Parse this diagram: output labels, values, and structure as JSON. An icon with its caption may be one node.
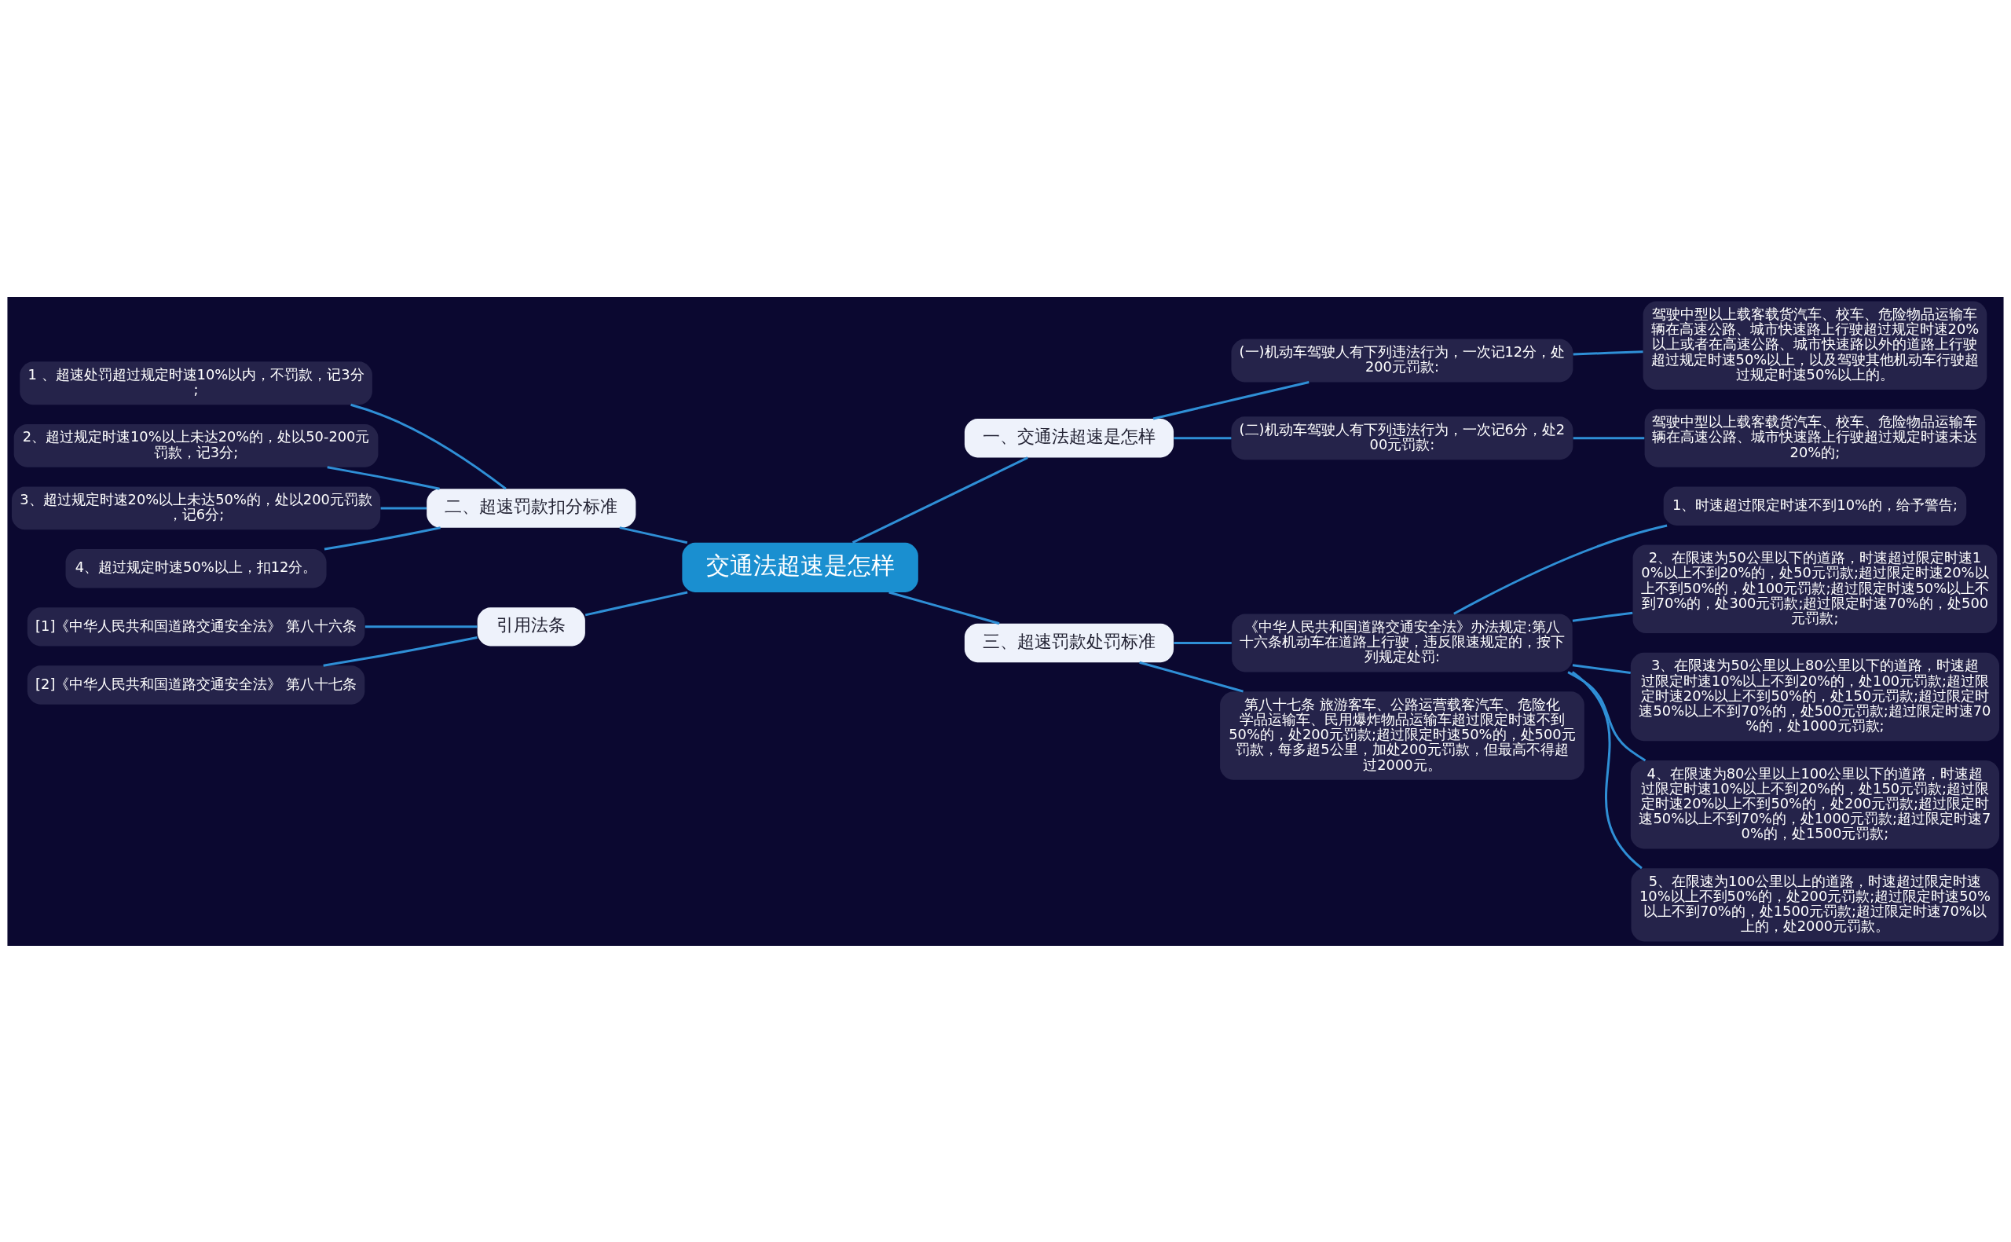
{
  "diagram": {
    "nodes": [
      {
        "text": [
          "交通法超速是怎样"
        ]
      },
      {
        "text": [
          "一、交通法超速是怎样"
        ]
      },
      {
        "text": [
          "(一)机动车驾驶人有下列违法行为，一次记12分，处200元罚款:"
        ]
      },
      {
        "text": [
          "驾驶中型以上载客载货汽车、校车、危险物品运输车辆在高速公路、城市快速路上行驶超过规定时速20%以上或者在高速公路、城市快速路以外的道路上行驶超过规定时速50%以上，以及驾驶其他机动车行驶超过规定时速50%以上的。"
        ]
      },
      {
        "text": [
          "(二)机动车驾驶人有下列违法行为，一次记6分，处200元罚款:"
        ]
      },
      {
        "text": [
          "驾驶中型以上载客载货汽车、校车、危险物品运输车辆在高速公路、城市快速路上行驶超过规定时速未达20%的;"
        ]
      },
      {
        "text": [
          "二、超速罚款扣分标准"
        ]
      },
      {
        "text": [
          "1 、超速处罚超过规定时速10%以内，不罚款，记3分;"
        ]
      },
      {
        "text": [
          "2、超过规定时速10%以上未达20%的，处以50-200元罚款，记3分;"
        ]
      },
      {
        "text": [
          "3、超过规定时速20%以上未达50%的，处以200元罚款，记6分;"
        ]
      },
      {
        "text": [
          "4、超过规定时速50%以上，扣12分。"
        ]
      },
      {
        "text": [
          "引用法条"
        ]
      },
      {
        "text": [
          "[1]《中华人民共和国道路交通安全法》 第八十六条"
        ]
      },
      {
        "text": [
          "[2]《中华人民共和国道路交通安全法》 第八十七条"
        ]
      },
      {
        "text": [
          "三、超速罚款处罚标准"
        ]
      },
      {
        "text": [
          "《中华人民共和国道路交通安全法》办法规定:第八十六条机动车在道路上行驶，违反限速规定的，按下列规定处罚:"
        ]
      },
      {
        "text": [
          "1、时速超过限定时速不到10%的，给予警告;"
        ]
      },
      {
        "text": [
          "2、在限速为50公里以下的道路，时速超过限定时速10%以上不到20%的，处50元罚款;超过限定时速20%以上不到50%的，处100元罚款;超过限定时速50%以上不到70%的，处300元罚款;超过限定时速70%的，处500元罚款;"
        ]
      },
      {
        "text": [
          "3、在限速为50公里以上80公里以下的道路，时速超过限定时速10%以上不到20%的，处100元罚款;超过限定时速20%以上不到50%的，处150元罚款;超过限定时速50%以上不到70%的，处500元罚款;超过限定时速70%的，处1000元罚款;"
        ]
      },
      {
        "text": [
          "4、在限速为80公里以上100公里以下的道路，时速超过限定时速10%以上不到20%的，处150元罚款;超过限定时速20%以上不到50%的，处200元罚款;超过限定时速50%以上不到70%的，处1000元罚款;超过限定时速70%的，处1500元罚款;"
        ]
      },
      {
        "text": [
          "5、在限速为100公里以上的道路，时速超过限定时速10%以上不到50%的，处200元罚款;超过限定时速50%以上不到70%的，处1500元罚款;超过限定时速70%以上的，处2000元罚款。"
        ]
      },
      {
        "text": [
          "第八十七条 旅游客车、公路运营载客汽车、危险化学品运输车、民用爆炸物品运输车超过限定时速不到50%的，处200元罚款;超过限定时速50%的，处500元罚款，每多超5公里，加处200元罚款，但最高不得超过2000元。"
        ]
      }
    ],
    "edges": [
      {
        "from": 0,
        "to": 1,
        "arrow": "none"
      },
      {
        "from": 1,
        "to": 2,
        "arrow": "none"
      },
      {
        "from": 2,
        "to": 3,
        "arrow": "none"
      },
      {
        "from": 1,
        "to": 4,
        "arrow": "none"
      },
      {
        "from": 4,
        "to": 5,
        "arrow": "none"
      },
      {
        "from": 0,
        "to": 6,
        "arrow": "none"
      },
      {
        "from": 6,
        "to": 7,
        "arrow": "none"
      },
      {
        "from": 6,
        "to": 8,
        "arrow": "none"
      },
      {
        "from": 6,
        "to": 9,
        "arrow": "none"
      },
      {
        "from": 6,
        "to": 10,
        "arrow": "none"
      },
      {
        "from": 0,
        "to": 11,
        "arrow": "none"
      },
      {
        "from": 11,
        "to": 12,
        "arrow": "none"
      },
      {
        "from": 11,
        "to": 13,
        "arrow": "none"
      },
      {
        "from": 0,
        "to": 14,
        "arrow": "none"
      },
      {
        "from": 14,
        "to": 15,
        "arrow": "none"
      },
      {
        "from": 15,
        "to": 16,
        "arrow": "none"
      },
      {
        "from": 15,
        "to": 17,
        "arrow": "none"
      },
      {
        "from": 15,
        "to": 18,
        "arrow": "none"
      },
      {
        "from": 15,
        "to": 19,
        "arrow": "none"
      },
      {
        "from": 15,
        "to": 20,
        "arrow": "none"
      },
      {
        "from": 14,
        "to": 21,
        "arrow": "none"
      }
    ]
  }
}
